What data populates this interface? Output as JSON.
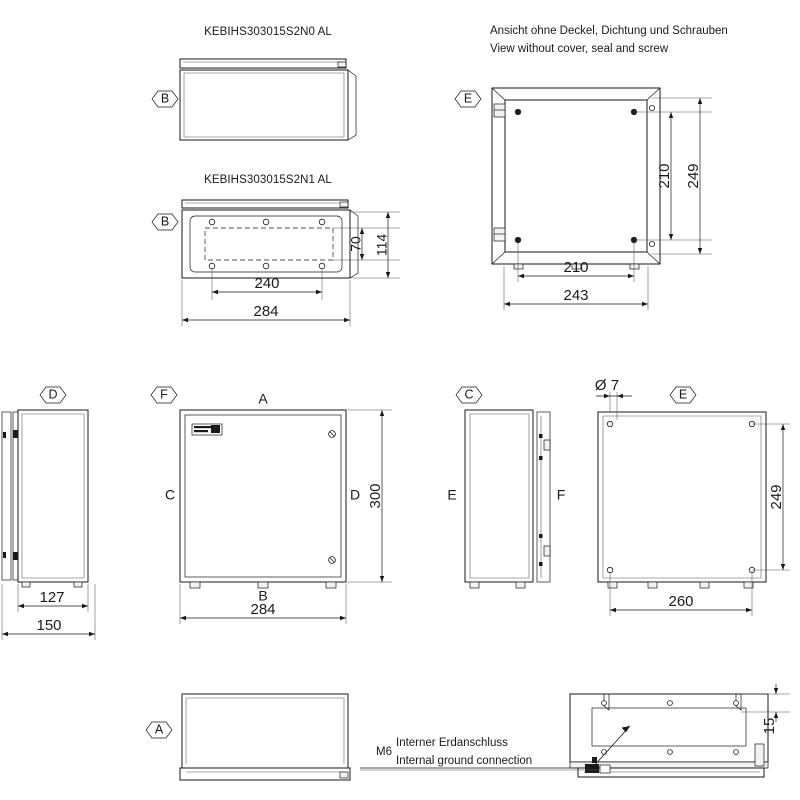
{
  "sheet": {
    "title_n0": "KEBIHS303015S2N0 AL",
    "title_n1": "KEBIHS303015S2N1 AL",
    "note_de": "Ansicht ohne Deckel, Dichtung und Schrauben",
    "note_en": "View without cover, seal and screw",
    "ground_thread": "M6",
    "ground_de": "Interner Erdanschluss",
    "ground_en": "Internal ground connection"
  },
  "view_markers": {
    "b_top": "B",
    "b_second": "B",
    "e_top_right": "E",
    "d_mid_left": "D",
    "f_mid_center": "F",
    "c_mid_right": "C",
    "e_mid_far_right": "E",
    "a_bottom": "A"
  },
  "dimensions": {
    "n1_inner_width": "240",
    "n1_outer_width": "284",
    "n1_inner_height": "70",
    "n1_outer_height": "114",
    "e_top_inner_height": "210",
    "e_top_outer_height": "249",
    "e_top_inner_width": "210",
    "e_top_outer_width": "243",
    "d_inner_depth": "127",
    "d_outer_depth": "150",
    "f_height": "300",
    "f_width": "284",
    "e_back_height": "249",
    "e_back_width": "260",
    "hole_diameter": "Ø 7",
    "a_foot_height": "15"
  },
  "face_letters": {
    "f_top": "A",
    "f_bottom": "B",
    "f_left": "C",
    "f_right": "D",
    "c_left": "E",
    "c_right": "F"
  },
  "colors": {
    "line": "#1a1a1a",
    "thin_line": "#555555",
    "fill": "#ffffff",
    "shade": "#f2f2f2"
  }
}
